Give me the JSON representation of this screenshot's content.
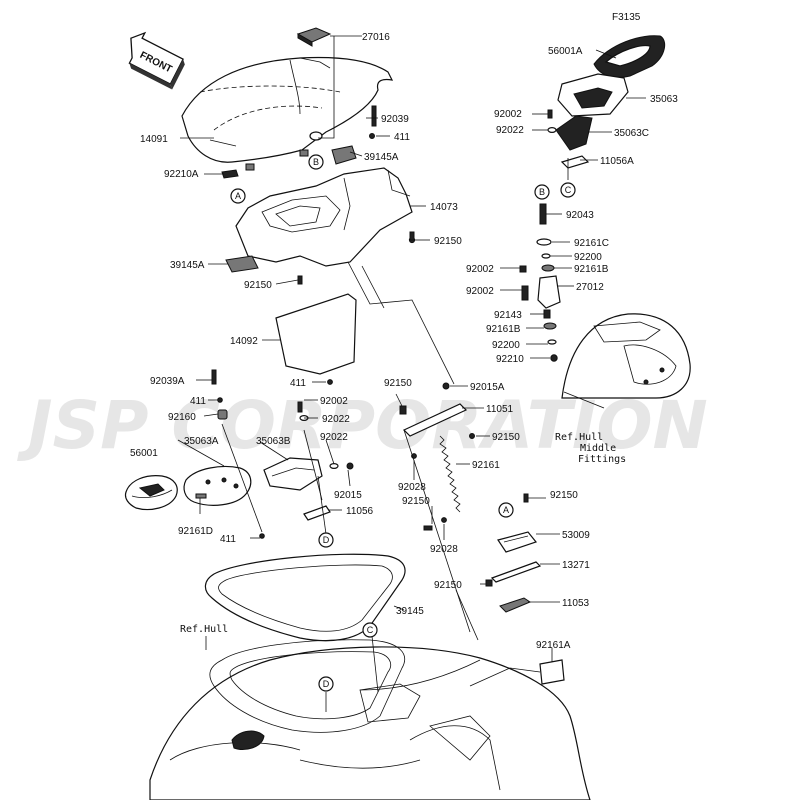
{
  "diagram_code": "F3135",
  "front_label": "FRONT",
  "watermark": "JSP CORPORATION",
  "refs": {
    "hull_middle": [
      "Ref.Hull",
      "Middle",
      "Fittings"
    ],
    "hull": "Ref.Hull"
  },
  "circles": {
    "a1": "A",
    "a2": "A",
    "b1": "B",
    "b2": "B",
    "c1": "C",
    "c2": "C",
    "d1": "D",
    "d2": "D"
  },
  "labels": {
    "p27016": "27016",
    "p14091": "14091",
    "p92039": "92039",
    "p411a": "411",
    "p39145a_top": "39145A",
    "p92210a": "92210A",
    "p14073": "14073",
    "p92150a": "92150",
    "p39145a_low": "39145A",
    "p92150b": "92150",
    "p14092": "14092",
    "p411b": "411",
    "p92039a": "92039A",
    "p411c": "411",
    "p92160": "92160",
    "p35063a": "35063A",
    "p35063b": "35063B",
    "p92002c": "92002",
    "p92022c": "92022",
    "p92022d": "92022",
    "p56001": "56001",
    "p92015": "92015",
    "p11056": "11056",
    "p92161d": "92161D",
    "p411d": "411",
    "p56001a": "56001A",
    "p35063": "35063",
    "p92002a": "92002",
    "p35063c": "35063C",
    "p92022a": "92022",
    "p11056a": "11056A",
    "p92043": "92043",
    "p92161c": "92161C",
    "p92200a": "92200",
    "p92002b": "92002",
    "p92161b_top": "92161B",
    "p92002d": "92002",
    "p27012": "27012",
    "p92143": "92143",
    "p92161b_low": "92161B",
    "p92200b": "92200",
    "p92210": "92210",
    "p92150c": "92150",
    "p92015a": "92015A",
    "p11051": "11051",
    "p92150d": "92150",
    "p92161": "92161",
    "p92028a": "92028",
    "p92150e": "92150",
    "p92028b": "92028",
    "p92150f": "92150",
    "p53009": "53009",
    "p92150g": "92150",
    "p13271": "13271",
    "p11053": "11053",
    "p39145": "39145",
    "p92161a": "92161A"
  }
}
